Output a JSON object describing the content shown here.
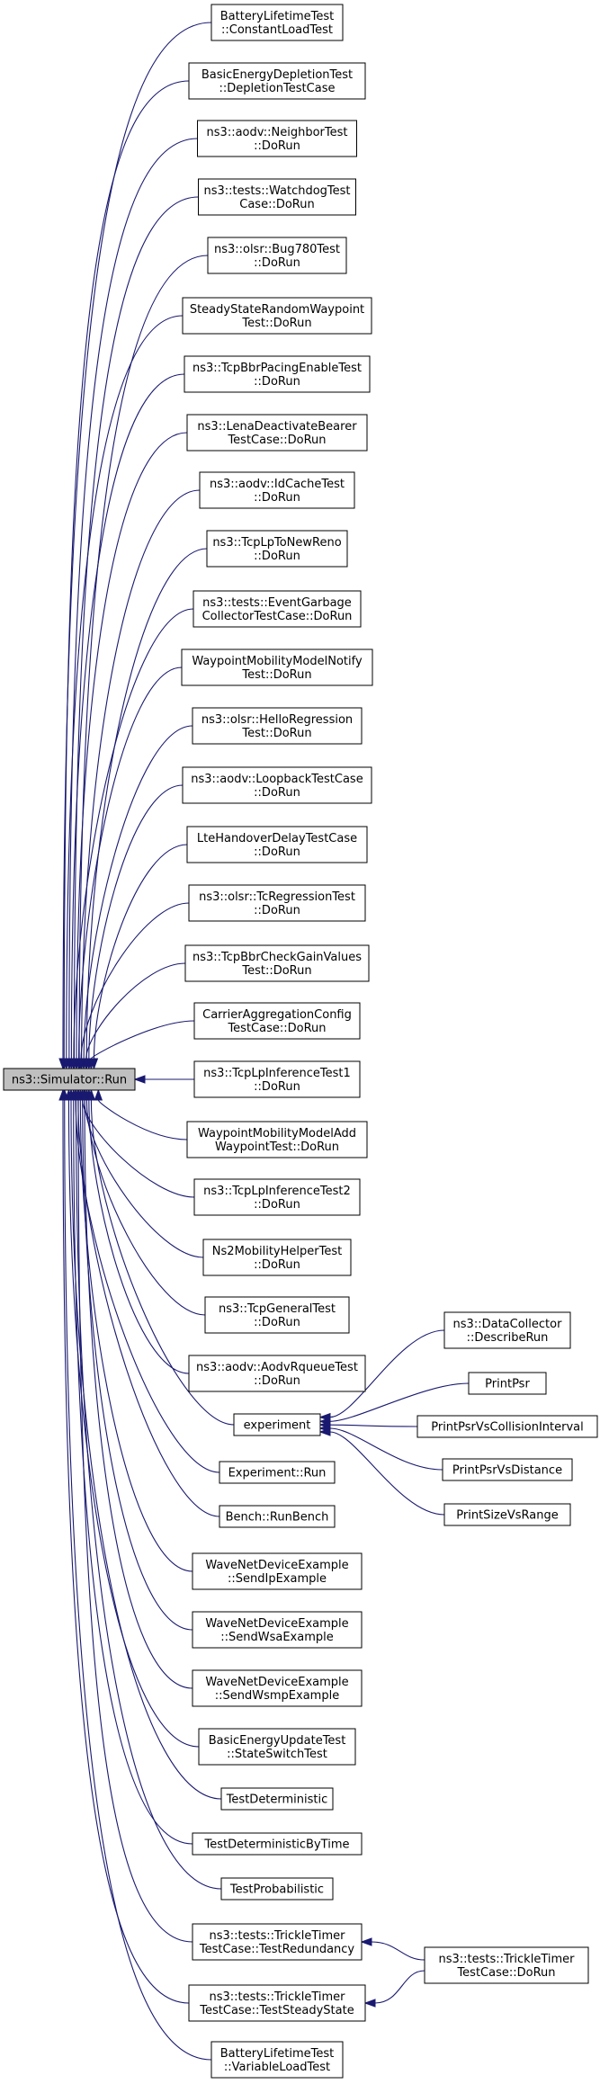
{
  "graph": {
    "root": {
      "id": "root",
      "lines": [
        "ns3::Simulator::Run"
      ]
    },
    "callers": [
      {
        "id": "n0",
        "lines": [
          "BatteryLifetimeTest",
          "::ConstantLoadTest"
        ]
      },
      {
        "id": "n1",
        "lines": [
          "BasicEnergyDepletionTest",
          "::DepletionTestCase"
        ]
      },
      {
        "id": "n2",
        "lines": [
          "ns3::aodv::NeighborTest",
          "::DoRun"
        ]
      },
      {
        "id": "n3",
        "lines": [
          "ns3::tests::WatchdogTest",
          "Case::DoRun"
        ]
      },
      {
        "id": "n4",
        "lines": [
          "ns3::olsr::Bug780Test",
          "::DoRun"
        ]
      },
      {
        "id": "n5",
        "lines": [
          "SteadyStateRandomWaypoint",
          "Test::DoRun"
        ]
      },
      {
        "id": "n6",
        "lines": [
          "ns3::TcpBbrPacingEnableTest",
          "::DoRun"
        ]
      },
      {
        "id": "n7",
        "lines": [
          "ns3::LenaDeactivateBearer",
          "TestCase::DoRun"
        ]
      },
      {
        "id": "n8",
        "lines": [
          "ns3::aodv::IdCacheTest",
          "::DoRun"
        ]
      },
      {
        "id": "n9",
        "lines": [
          "ns3::TcpLpToNewReno",
          "::DoRun"
        ]
      },
      {
        "id": "n10",
        "lines": [
          "ns3::tests::EventGarbage",
          "CollectorTestCase::DoRun"
        ]
      },
      {
        "id": "n11",
        "lines": [
          "WaypointMobilityModelNotify",
          "Test::DoRun"
        ]
      },
      {
        "id": "n12",
        "lines": [
          "ns3::olsr::HelloRegression",
          "Test::DoRun"
        ]
      },
      {
        "id": "n13",
        "lines": [
          "ns3::aodv::LoopbackTestCase",
          "::DoRun"
        ]
      },
      {
        "id": "n14",
        "lines": [
          "LteHandoverDelayTestCase",
          "::DoRun"
        ]
      },
      {
        "id": "n15",
        "lines": [
          "ns3::olsr::TcRegressionTest",
          "::DoRun"
        ]
      },
      {
        "id": "n16",
        "lines": [
          "ns3::TcpBbrCheckGainValues",
          "Test::DoRun"
        ]
      },
      {
        "id": "n17",
        "lines": [
          "CarrierAggregationConfig",
          "TestCase::DoRun"
        ]
      },
      {
        "id": "n18",
        "lines": [
          "ns3::TcpLpInferenceTest1",
          "::DoRun"
        ]
      },
      {
        "id": "n19",
        "lines": [
          "WaypointMobilityModelAdd",
          "WaypointTest::DoRun"
        ]
      },
      {
        "id": "n20",
        "lines": [
          "ns3::TcpLpInferenceTest2",
          "::DoRun"
        ]
      },
      {
        "id": "n21",
        "lines": [
          "Ns2MobilityHelperTest",
          "::DoRun"
        ]
      },
      {
        "id": "n22",
        "lines": [
          "ns3::TcpGeneralTest",
          "::DoRun"
        ]
      },
      {
        "id": "n23",
        "lines": [
          "ns3::aodv::AodvRqueueTest",
          "::DoRun"
        ]
      },
      {
        "id": "n24",
        "lines": [
          "experiment"
        ]
      },
      {
        "id": "n25",
        "lines": [
          "Experiment::Run"
        ]
      },
      {
        "id": "n26",
        "lines": [
          "Bench::RunBench"
        ]
      },
      {
        "id": "n27",
        "lines": [
          "WaveNetDeviceExample",
          "::SendIpExample"
        ]
      },
      {
        "id": "n28",
        "lines": [
          "WaveNetDeviceExample",
          "::SendWsaExample"
        ]
      },
      {
        "id": "n29",
        "lines": [
          "WaveNetDeviceExample",
          "::SendWsmpExample"
        ]
      },
      {
        "id": "n30",
        "lines": [
          "BasicEnergyUpdateTest",
          "::StateSwitchTest"
        ]
      },
      {
        "id": "n31",
        "lines": [
          "TestDeterministic"
        ]
      },
      {
        "id": "n32",
        "lines": [
          "TestDeterministicByTime"
        ]
      },
      {
        "id": "n33",
        "lines": [
          "TestProbabilistic"
        ]
      },
      {
        "id": "n34",
        "lines": [
          "ns3::tests::TrickleTimer",
          "TestCase::TestRedundancy"
        ]
      },
      {
        "id": "n35",
        "lines": [
          "ns3::tests::TrickleTimer",
          "TestCase::TestSteadyState"
        ]
      },
      {
        "id": "n36",
        "lines": [
          "BatteryLifetimeTest",
          "::VariableLoadTest"
        ]
      }
    ],
    "experiment_callers": [
      {
        "id": "e0",
        "lines": [
          "ns3::DataCollector",
          "::DescribeRun"
        ]
      },
      {
        "id": "e1",
        "lines": [
          "PrintPsr"
        ]
      },
      {
        "id": "e2",
        "lines": [
          "PrintPsrVsCollisionInterval"
        ]
      },
      {
        "id": "e3",
        "lines": [
          "PrintPsrVsDistance"
        ]
      },
      {
        "id": "e4",
        "lines": [
          "PrintSizeVsRange"
        ]
      }
    ],
    "trickle_caller": {
      "id": "t0",
      "lines": [
        "ns3::tests::TrickleTimer",
        "TestCase::DoRun"
      ]
    },
    "colors": {
      "edge": "#191970",
      "root_fill": "#bfbfbf",
      "node_fill": "#ffffff",
      "border": "#000000"
    }
  }
}
